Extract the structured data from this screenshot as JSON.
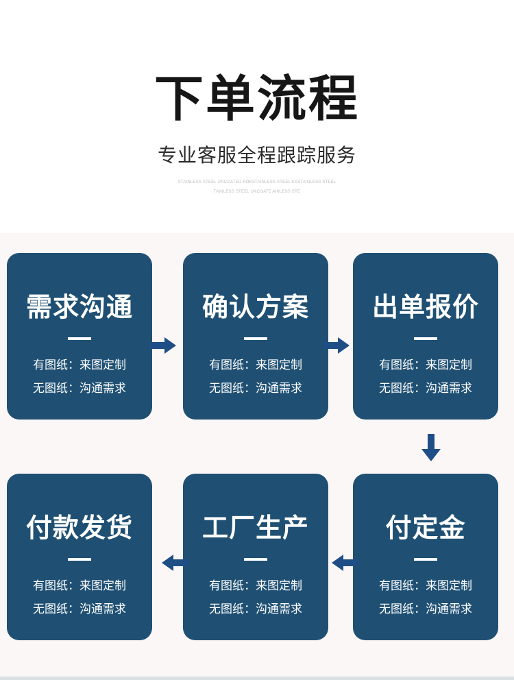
{
  "header": {
    "title": "下单流程",
    "subtitle": "专业客服全程跟踪服务",
    "micro_line_1": "STAINLESS STEEL UNCOATED ROKSTAINLESS STEEL KSSTAINLESS STEEL",
    "micro_line_2": "TAINLESS STEEL UNCOATE AINLESS STE"
  },
  "steps": [
    {
      "title": "需求沟通",
      "note1": "有图纸：来图定制",
      "note2": "无图纸：沟通需求"
    },
    {
      "title": "确认方案",
      "note1": "有图纸：来图定制",
      "note2": "无图纸：沟通需求"
    },
    {
      "title": "出单报价",
      "note1": "有图纸：来图定制",
      "note2": "无图纸：沟通需求"
    },
    {
      "title": "付定金",
      "note1": "有图纸：来图定制",
      "note2": "无图纸：沟通需求"
    },
    {
      "title": "工厂生产",
      "note1": "有图纸：来图定制",
      "note2": "无图纸：沟通需求"
    },
    {
      "title": "付款发货",
      "note1": "有图纸：来图定制",
      "note2": "无图纸：沟通需求"
    }
  ],
  "arrows": [
    {
      "icon": "arrow-right-icon"
    },
    {
      "icon": "arrow-right-icon"
    },
    {
      "icon": "arrow-down-icon"
    },
    {
      "icon": "arrow-left-icon"
    },
    {
      "icon": "arrow-left-icon"
    }
  ],
  "colors": {
    "card": "#1f5073",
    "arrow": "#1f4e86",
    "title": "#161616",
    "background_lower": "#fbf7f7"
  }
}
